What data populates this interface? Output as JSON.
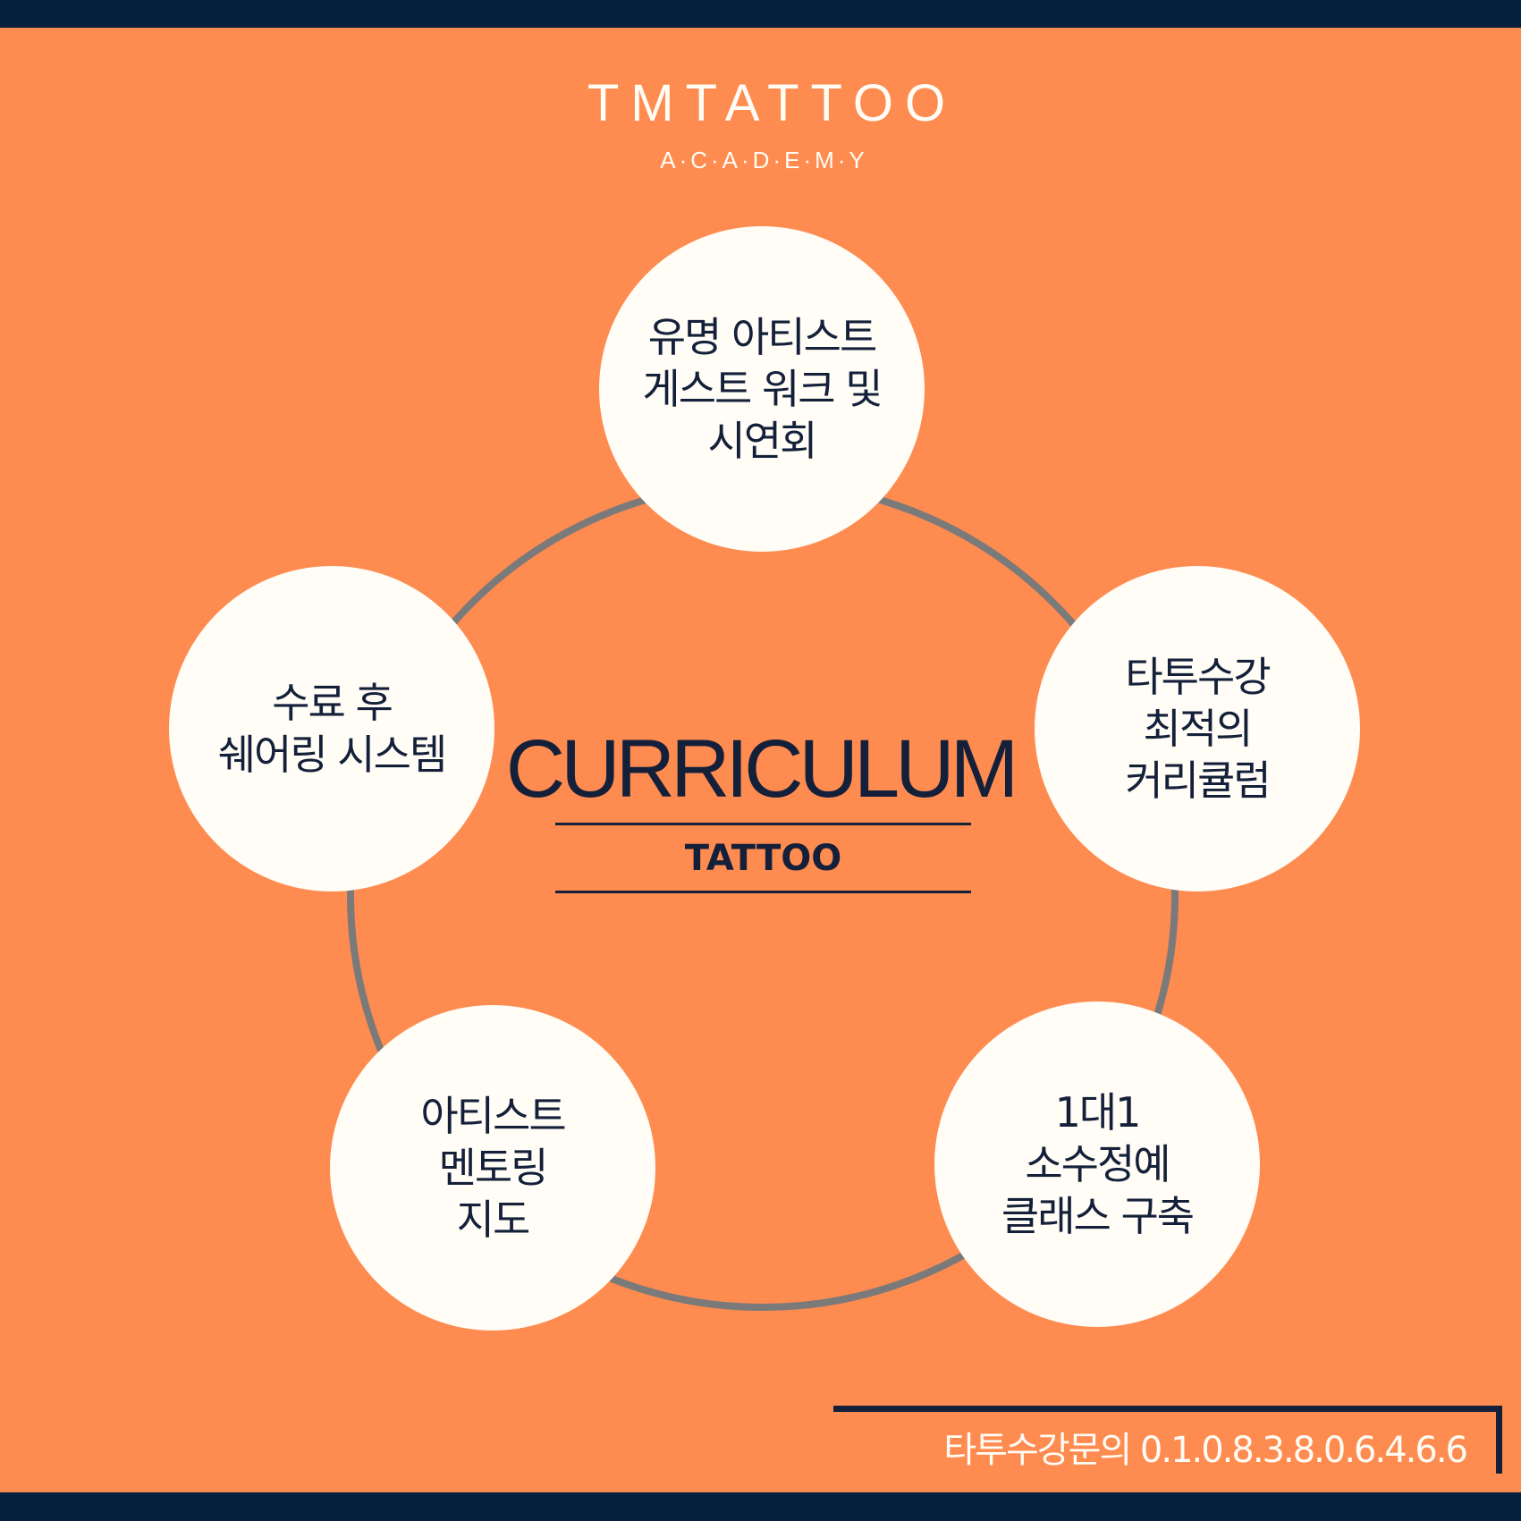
{
  "brand": {
    "name": "TMTATTOO",
    "subtitle": "A·C·A·D·E·M·Y"
  },
  "center": {
    "title": "CURRICULUM",
    "subtitle": "TATTOO"
  },
  "nodes": [
    {
      "id": "top",
      "label": "유명 아티스트\n게스트 워크 및\n시연회"
    },
    {
      "id": "right",
      "label": "타투수강\n최적의\n커리큘럼"
    },
    {
      "id": "bottom-right",
      "label": "1대1\n소수정예\n클래스 구축"
    },
    {
      "id": "bottom-left",
      "label": "아티스트\n멘토링\n지도"
    },
    {
      "id": "left",
      "label": "수료 후\n쉐어링 시스템"
    }
  ],
  "contact": {
    "text": "타투수강문의 0.1.0.8.3.8.0.6.4.6.6"
  },
  "colors": {
    "background": "#FE8B50",
    "navy": "#06203E",
    "circle_fill": "#FFFDF5",
    "ring": "#7A7A7A",
    "text_dark": "#14203A"
  }
}
